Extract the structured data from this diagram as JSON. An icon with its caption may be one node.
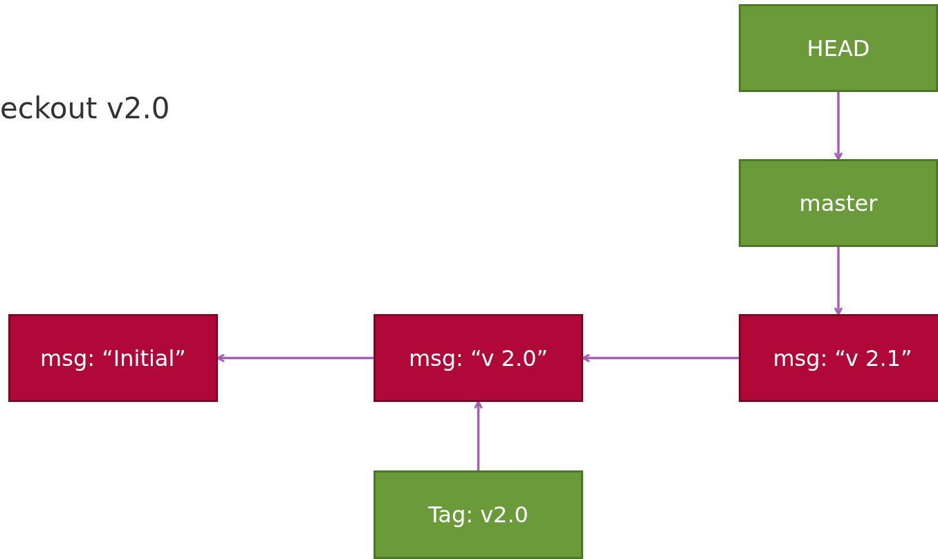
{
  "diagram": {
    "nodes": [
      {
        "text": [
          "HEAD"
        ]
      },
      {
        "text": [
          "master"
        ]
      },
      {
        "text": [
          "msg: “Initial”"
        ]
      },
      {
        "text": [
          "msg: “v 2.0”"
        ]
      },
      {
        "text": [
          "msg: “v 2.1”"
        ]
      },
      {
        "text": [
          "Tag: v2.0"
        ]
      }
    ],
    "edges": [
      {
        "from": 0,
        "to": 1,
        "arrow": "to"
      },
      {
        "from": 1,
        "to": 4,
        "arrow": "to"
      },
      {
        "from": 4,
        "to": 3,
        "arrow": "to"
      },
      {
        "from": 3,
        "to": 2,
        "arrow": "to"
      },
      {
        "from": 5,
        "to": 3,
        "arrow": "to"
      }
    ],
    "labels": [
      "eckout v2.0"
    ]
  }
}
